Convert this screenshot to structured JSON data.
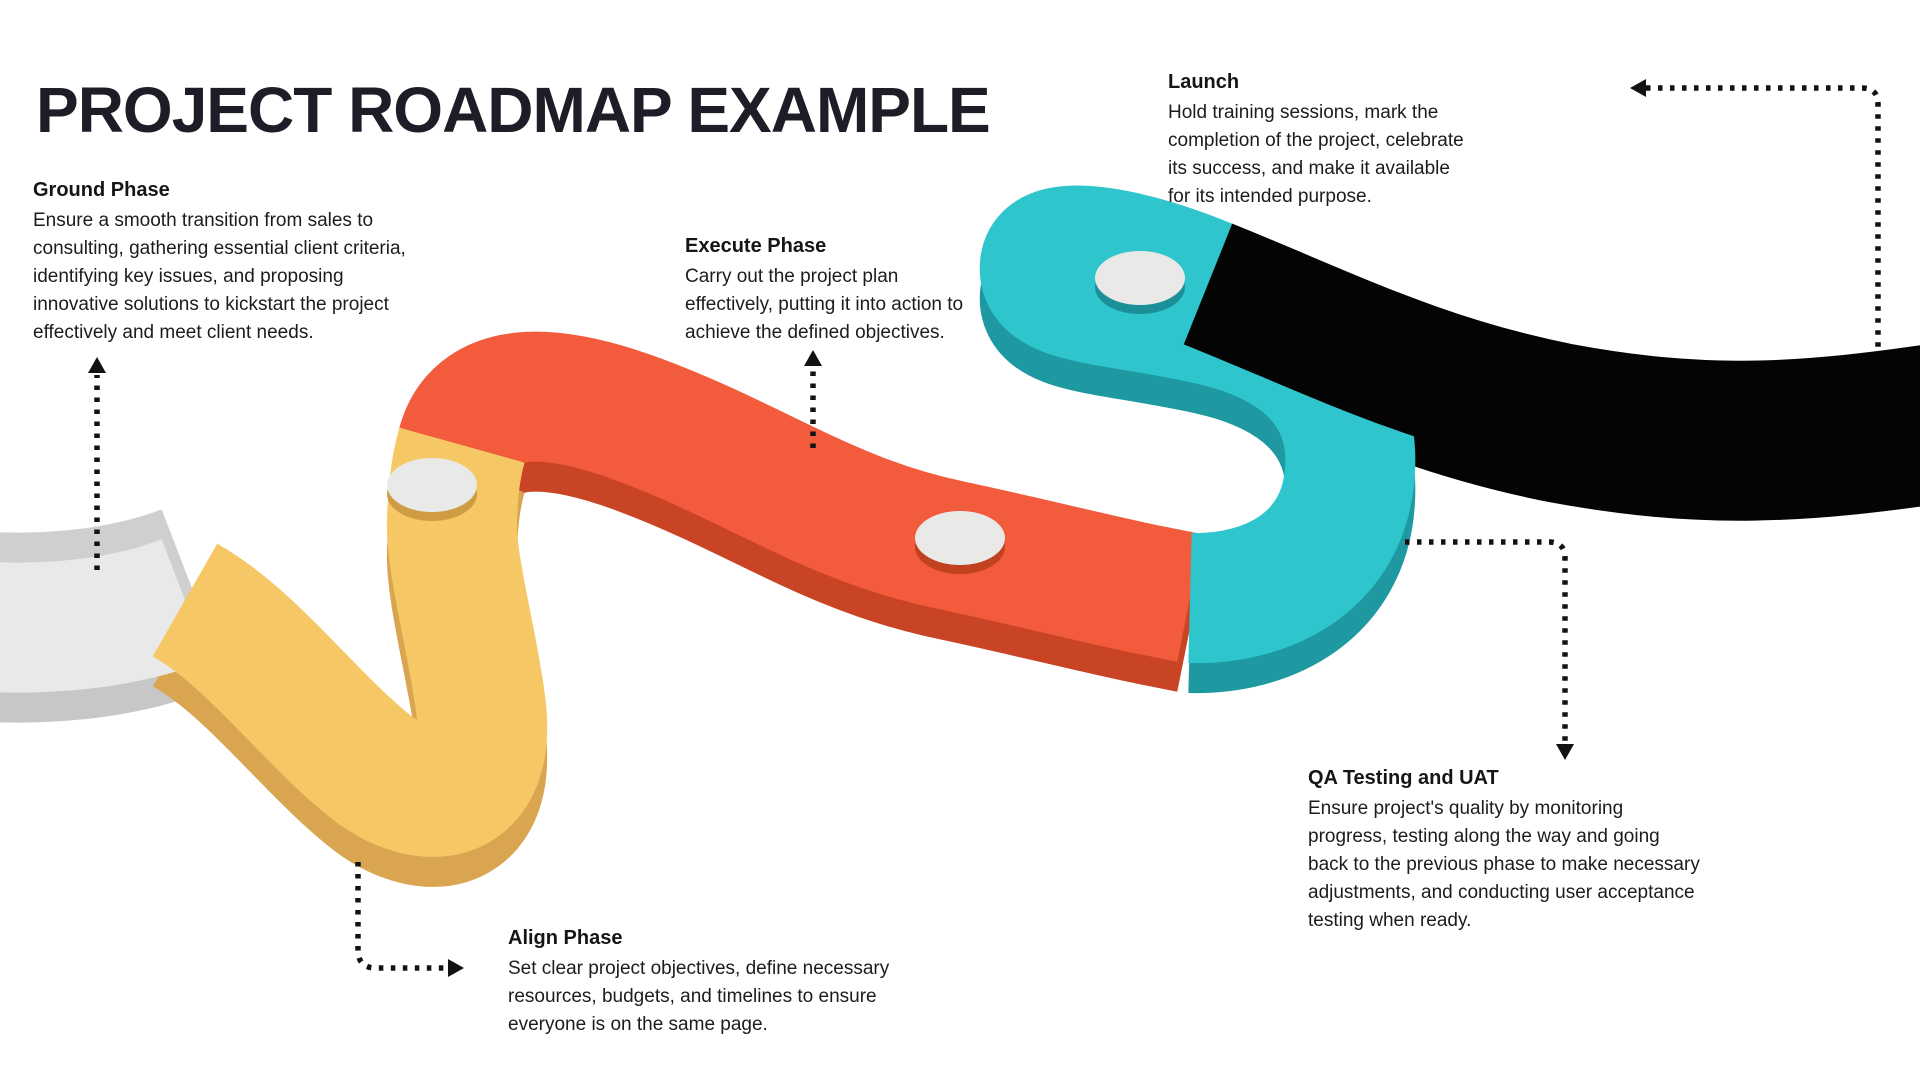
{
  "title": "PROJECT ROADMAP EXAMPLE",
  "phases": [
    {
      "id": "ground",
      "title": "Ground Phase",
      "description": "Ensure a smooth transition from sales to\nconsulting, gathering essential client criteria,\nidentifying key issues, and proposing\ninnovative solutions to kickstart the project\neffectively and meet client needs.",
      "road_color": "#e9e9e9",
      "road_side_color": "#c7c7c7",
      "road_far_side_color": "#cfcfcf"
    },
    {
      "id": "align",
      "title": "Align Phase",
      "description": "Set clear project objectives, define necessary\nresources, budgets, and timelines to ensure\neveryone is on the same page.",
      "road_color": "#f6c765",
      "road_side_color": "#d9a550"
    },
    {
      "id": "execute",
      "title": "Execute Phase",
      "description": "Carry out the project plan\neffectively, putting it into action to\nachieve the defined objectives.",
      "road_color": "#f25b3c",
      "road_side_color": "#c84425"
    },
    {
      "id": "qa",
      "title": "QA Testing and UAT",
      "description": "Ensure project's quality by monitoring\nprogress, testing along the way and going\nback to the previous phase to make necessary\nadjustments, and conducting user acceptance\ntesting when ready.",
      "road_color": "#2ec6cc",
      "road_side_color": "#1f99a1"
    },
    {
      "id": "launch",
      "title": "Launch",
      "description": "Hold training sessions, mark the\ncompletion of the project, celebrate\nits success, and make it available\nfor its intended purpose.",
      "road_color": "#040404",
      "road_side_color": "#040404"
    }
  ],
  "milestones": [
    {
      "on_phase": "align",
      "fill": "#e9e9e8",
      "rim": "#cf9c44"
    },
    {
      "on_phase": "execute",
      "fill": "#e9e9e8",
      "rim": "#c2421f"
    },
    {
      "on_phase": "qa",
      "fill": "#e9e9e8",
      "rim": "#1b8f97"
    }
  ],
  "colors": {
    "background": "#ffffff",
    "title_text": "#1d1d28",
    "body_text": "#1c1c1c",
    "arrow": "#121212"
  }
}
